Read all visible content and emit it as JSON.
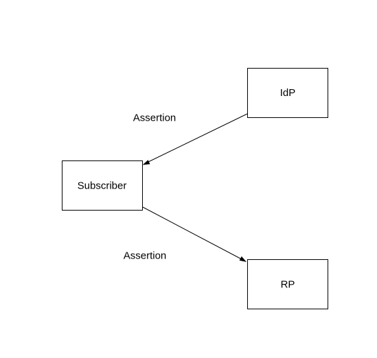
{
  "nodes": {
    "idp": {
      "label": "IdP"
    },
    "subscriber": {
      "label": "Subscriber"
    },
    "rp": {
      "label": "RP"
    }
  },
  "edges": [
    {
      "from": "IdP",
      "to": "Subscriber",
      "label": "Assertion"
    },
    {
      "from": "Subscriber",
      "to": "RP",
      "label": "Assertion"
    }
  ],
  "colors": {
    "stroke": "#000000",
    "background": "#ffffff"
  }
}
